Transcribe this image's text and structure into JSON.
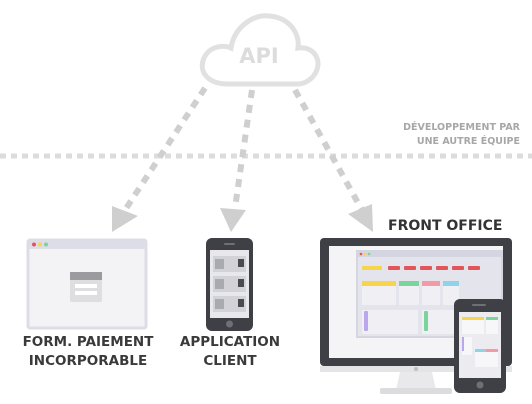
{
  "api": {
    "label": "API"
  },
  "team_note": {
    "line1": "DÉVELOPPEMENT PAR",
    "line2": "UNE AUTRE ÉQUIPE"
  },
  "targets": {
    "form": {
      "line1": "FORM. PAIEMENT",
      "line2": "INCORPORABLE"
    },
    "app": {
      "line1": "APPLICATION",
      "line2": "CLIENT"
    },
    "front": {
      "title": "FRONT OFFICE"
    }
  },
  "colors": {
    "cloud_outline": "#e1e1e1",
    "arrow": "#cfcfcf",
    "divider": "#dcdcdc",
    "device_dark": "#3f3f46",
    "browser_frame": "#dcdde7",
    "accent_yellow": "#f7d44a",
    "accent_red": "#e2565b",
    "accent_green": "#79d59b",
    "accent_pink": "#f29aa6",
    "accent_blue": "#8fd3e8",
    "accent_purple": "#b9a6ec"
  }
}
